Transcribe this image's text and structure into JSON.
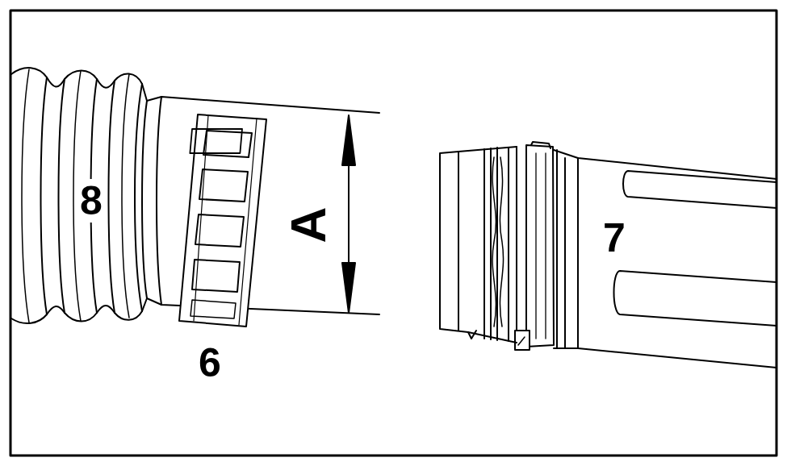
{
  "diagram": {
    "labels": [
      "8",
      "6",
      "A",
      "7"
    ]
  }
}
